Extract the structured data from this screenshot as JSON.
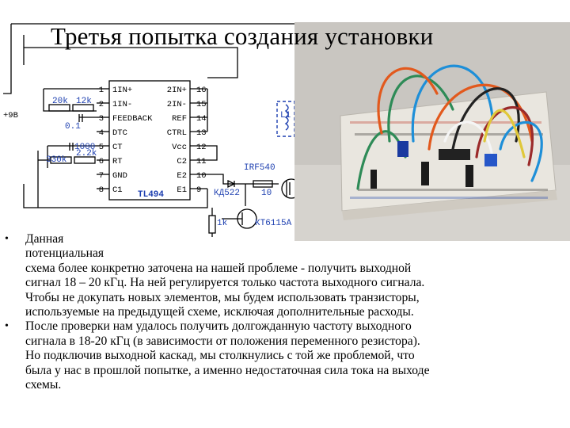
{
  "slide": {
    "title": "Третья попытка создания установки",
    "bullets": [
      {
        "lines": [
          "Данная",
          "потенциальная",
          "схема более конкретно заточена на нашей проблеме - получить выходной",
          "сигнал 18 – 20 кГц. На ней регулируется только частота выходного сигнала.",
          "Чтобы не докупать новых элементов, мы будем использовать транзисторы,",
          "используемые на предыдущей схеме, исключая дополнительные расходы."
        ]
      },
      {
        "lines": [
          "После проверки нам удалось получить долгожданную частоту выходного",
          "сигнала в 18-20 кГц (в зависимости от положения переменного резистора).",
          "Но подключив выходной каскад, мы столкнулись с той же проблемой, что",
          "была у нас в прошлой попытке, а именно недостаточная сила тока на выходе",
          "схемы."
        ]
      }
    ]
  },
  "schematic": {
    "supply_label": "+9В",
    "chip_name": "TL494",
    "left_pins": [
      {
        "num": "1",
        "name": "1IN+"
      },
      {
        "num": "2",
        "name": "1IN-"
      },
      {
        "num": "3",
        "name": "FEEDBACK"
      },
      {
        "num": "4",
        "name": "DTC"
      },
      {
        "num": "5",
        "name": "CT"
      },
      {
        "num": "6",
        "name": "RT"
      },
      {
        "num": "7",
        "name": "GND"
      },
      {
        "num": "8",
        "name": "C1"
      }
    ],
    "right_pins": [
      {
        "num": "16",
        "name": "2IN+"
      },
      {
        "num": "15",
        "name": "2IN-"
      },
      {
        "num": "14",
        "name": "REF"
      },
      {
        "num": "13",
        "name": "CTRL"
      },
      {
        "num": "12",
        "name": "Vcc"
      },
      {
        "num": "11",
        "name": "C2"
      },
      {
        "num": "10",
        "name": "E2"
      },
      {
        "num": "9",
        "name": "E1"
      }
    ],
    "components": {
      "r_20k": "20k",
      "r_12k": "12k",
      "c_01": "0.1",
      "c_1000": "1000",
      "r_330k": "330k",
      "r_22k": "2.2k",
      "inductor": "L1",
      "mosfet": "IRF540",
      "diode": "КД522",
      "r_10": "10",
      "r_1k": "1k",
      "transistor": "КТ6115А"
    }
  },
  "colors": {
    "schematic_blue": "#1d3fb0",
    "breadboard": "#e9e6df",
    "photo_background": "#c9c6c1"
  }
}
